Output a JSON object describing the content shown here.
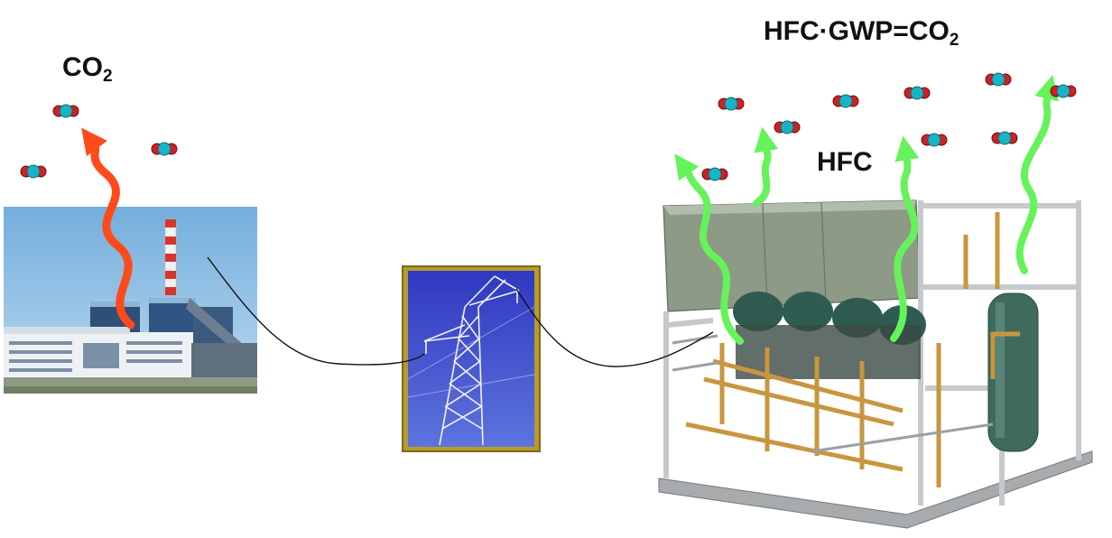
{
  "labels": {
    "power_plant_gas": "CO",
    "power_plant_gas_sub": "2",
    "equation_main": "HFC·GWP=CO",
    "equation_sub": "2",
    "refrigerant": "HFC"
  },
  "colors": {
    "co2_arrow": "#ff4a1c",
    "hfc_arrow": "#66f25a",
    "molecule_center": "#19b3c6",
    "molecule_side": "#d11f23",
    "tower_frame": "#b59b2c",
    "tower_sky": "#3b46c9",
    "wire": "#111111"
  }
}
